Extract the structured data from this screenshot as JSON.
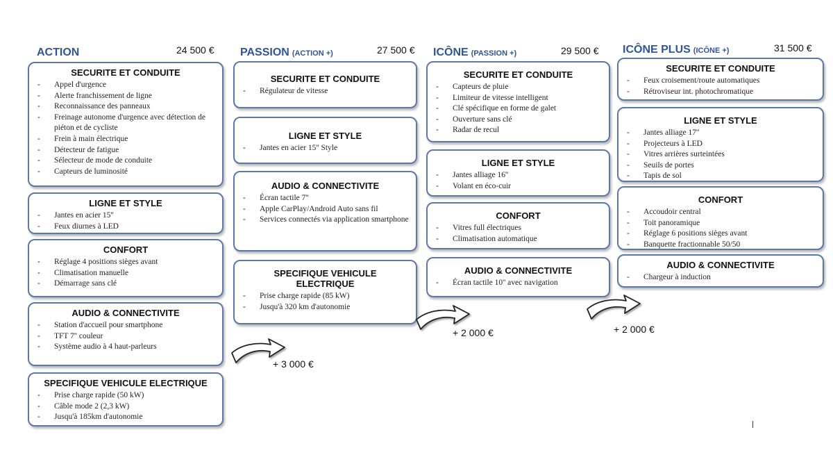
{
  "columns": [
    {
      "name": "ACTION",
      "suffix": "",
      "price": "24 500 €",
      "sections": [
        {
          "title": "SECURITE ET CONDUITE",
          "items": [
            "Appel d'urgence",
            "Alerte franchissement de ligne",
            "Reconnaissance des panneaux",
            "Freinage autonome d'urgence avec détection de piéton et de cycliste",
            "Frein à main électrique",
            "Détecteur de fatigue",
            "Sélecteur de mode de conduite",
            "Capteurs de luminosité"
          ]
        },
        {
          "title": "LIGNE ET STYLE",
          "items": [
            "Jantes en acier 15''",
            "Feux diurnes à LED"
          ]
        },
        {
          "title": "CONFORT",
          "items": [
            "Réglage 4 positions sièges avant",
            "Climatisation manuelle",
            "Démarrage sans clé"
          ]
        },
        {
          "title": "AUDIO & CONNECTIVITE",
          "items": [
            "Station d'accueil pour smartphone",
            "TFT 7'' couleur",
            "Système audio à 4 haut-parleurs"
          ]
        },
        {
          "title": "SPECIFIQUE VEHICULE ELECTRIQUE",
          "items": [
            "Prise charge rapide (50 kW)",
            "Câble mode 2 (2,3 kW)",
            "Jusqu'à 185km d'autonomie"
          ]
        }
      ]
    },
    {
      "name": "PASSION",
      "suffix": "(ACTION +)",
      "price": "27 500 €",
      "sections": [
        {
          "title": "SECURITE ET CONDUITE",
          "items": [
            "Régulateur de vitesse"
          ]
        },
        {
          "title": "LIGNE ET STYLE",
          "items": [
            "Jantes en acier 15'' Style"
          ]
        },
        {
          "title": "AUDIO & CONNECTIVITE",
          "items": [
            "Écran tactile 7''",
            "Apple CarPlay/Android Auto sans fil",
            "Services connectés via application smartphone"
          ]
        },
        {
          "title": "SPECIFIQUE VEHICULE ELECTRIQUE",
          "items": [
            "Prise charge rapide (85 kW)",
            "Jusqu'à 320 km d'autonomie"
          ]
        }
      ]
    },
    {
      "name": "ICÔNE",
      "suffix": "(PASSION +)",
      "price": "29 500 €",
      "sections": [
        {
          "title": "SECURITE ET CONDUITE",
          "items": [
            "Capteurs de pluie",
            "Limiteur de vitesse intelligent",
            "Clé spécifique en forme de galet",
            "Ouverture sans clé",
            "Radar de recul"
          ]
        },
        {
          "title": "LIGNE ET STYLE",
          "items": [
            "Jantes alliage 16''",
            "Volant en éco-cuir"
          ]
        },
        {
          "title": "CONFORT",
          "items": [
            "Vitres full électriques",
            "Climatisation automatique"
          ]
        },
        {
          "title": "AUDIO & CONNECTIVITE",
          "items": [
            "Écran tactile 10'' avec navigation"
          ]
        }
      ]
    },
    {
      "name": "ICÔNE PLUS",
      "suffix": "(ICÔNE +)",
      "price": "31 500 €",
      "sections": [
        {
          "title": "SECURITE ET CONDUITE",
          "items": [
            "Feux croisement/route automatiques",
            "Rétroviseur int. photochromatique"
          ]
        },
        {
          "title": "LIGNE ET STYLE",
          "items": [
            "Jantes alliage 17''",
            "Projecteurs à LED",
            "Vitres arrières surteintées",
            "Seuils de portes",
            "Tapis de sol"
          ]
        },
        {
          "title": "CONFORT",
          "items": [
            "Accoudoir central",
            "Toit panoramique",
            "Réglage 6 positions sièges avant",
            "Banquette fractionnable 50/50"
          ]
        },
        {
          "title": "AUDIO & CONNECTIVITE",
          "items": [
            "Chargeur à induction"
          ]
        }
      ]
    }
  ],
  "upgrades": [
    "+ 3 000 €",
    "+ 2 000 €",
    "+ 2 000 €"
  ],
  "colors": {
    "accent": "#2e5596",
    "border": "#5b78a8"
  }
}
